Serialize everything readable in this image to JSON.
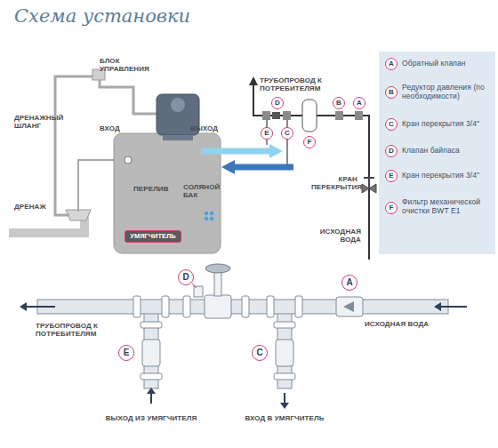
{
  "diagram": {
    "title": "Схема установки",
    "nodes": [
      {
        "text": [
          "D"
        ]
      },
      {
        "text": [
          "B"
        ]
      },
      {
        "text": [
          "A"
        ]
      },
      {
        "text": [
          "E"
        ]
      },
      {
        "text": [
          "C"
        ]
      },
      {
        "text": [
          "F"
        ]
      },
      {
        "text": [
          "УМЯГЧИТЕЛЬ"
        ]
      },
      {
        "text": [
          "A"
        ]
      },
      {
        "text": [
          "B"
        ]
      },
      {
        "text": [
          "C"
        ]
      },
      {
        "text": [
          "D"
        ]
      },
      {
        "text": [
          "E"
        ]
      },
      {
        "text": [
          "F"
        ]
      },
      {
        "text": [
          "D"
        ]
      },
      {
        "text": [
          "A"
        ]
      },
      {
        "text": [
          "E"
        ]
      },
      {
        "text": [
          "C"
        ]
      }
    ],
    "labels": [
      "БЛОК УПРАВЛЕНИЯ",
      "ДРЕНАЖНЫЙ ШЛАНГ",
      "ВХОД",
      "ВЫХОД",
      "ТРУБОПРОВОД К ПОТРЕБИТЕЛЯМ",
      "ПЕРЕЛИВ",
      "СОЛЯНОЙ БАК",
      "ДРЕНАЖ",
      "КРАН ПЕРЕКРЫТИЯ",
      "ИСХОДНАЯ ВОДА",
      "Обратный клапан",
      "Редуктор давления (по необходимости)",
      "Кран перекрытия 3/4\"",
      "Клапан байпаса",
      "Кран перекрытия 3/4\"",
      "Фильтр механической очистки BWT E1",
      "ТРУБОПРОВОД К ПОТРЕБИТЕЛЯМ",
      "ИСХОДНАЯ ВОДА",
      "ВЫХОД ИЗ УМЯГЧИТЕЛЯ",
      "ВХОД В УМЯГЧИТЕЛЬ"
    ]
  }
}
